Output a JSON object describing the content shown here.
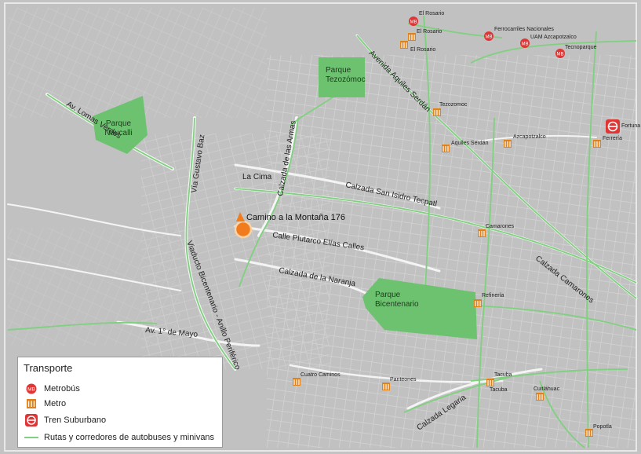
{
  "map": {
    "colors": {
      "background": "#c2c2c2",
      "road": "#f5f5f5",
      "route": "#7fd07f",
      "park": "#6cc26f",
      "metro": "#e0821c",
      "metrobus": "#e13434",
      "marker": "#f07c1e"
    },
    "location": {
      "label": "Camino a la Montaña 176",
      "icon": "location-pin-icon"
    },
    "parks": [
      {
        "id": "naucalli",
        "lines": [
          "Parque",
          "Naucalli"
        ]
      },
      {
        "id": "tezozomoc",
        "lines": [
          "Parque",
          "Tezozómoc"
        ]
      },
      {
        "id": "bicentenario",
        "lines": [
          "Parque",
          "Bicentenario"
        ]
      }
    ],
    "streets": [
      "Av. Lomas Verdes",
      "Vía Gustavo Baz",
      "Calzada de las Armas",
      "La Cima",
      "Calzada San Isidro Tecpatl",
      "Calle Plutarco Elías Calles",
      "Calzada de la Naranja",
      "Viaducto Bicentenario - Anillo Periférico",
      "Av. 1° de Mayo",
      "Avenida Aquiles Serdán",
      "Calzada Camarones",
      "Calzada Legaria"
    ],
    "metro_stations": [
      "El Rosario",
      "El Rosario",
      "Tezozomoc",
      "Aquiles Serdán",
      "Azcapotzalco",
      "Ferrería",
      "Camarones",
      "Refinería",
      "Tacuba",
      "Cuitláhuac",
      "Cuatro Caminos",
      "Panteones",
      "Popotla"
    ],
    "metrobus_stations": [
      "El Rosario",
      "Ferrocarriles Nacionales",
      "UAM Azcapotzalco",
      "Tecnoparque"
    ],
    "suburban_stations": [
      "Fortuna"
    ],
    "extra_labels": [
      "Tacuba"
    ]
  },
  "legend": {
    "title": "Transporte",
    "items": [
      {
        "label": "Metrobús",
        "icon": "metrobus-icon"
      },
      {
        "label": "Metro",
        "icon": "metro-icon"
      },
      {
        "label": "Tren Suburbano",
        "icon": "suburban-train-icon"
      },
      {
        "label": "Rutas y corredores de autobuses y minivans",
        "icon": "route-line-icon"
      }
    ]
  }
}
